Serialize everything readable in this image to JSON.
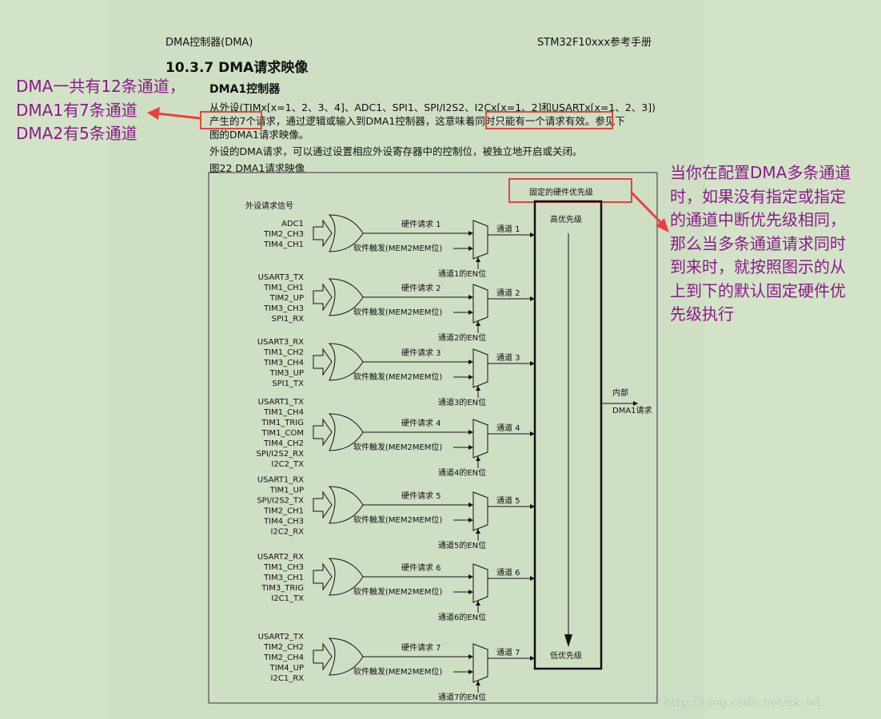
{
  "header": {
    "left": "DMA控制器(DMA)",
    "right": "STM32F10xxx参考手册"
  },
  "section_title": "10.3.7    DMA请求映像",
  "subsection": "DMA1控制器",
  "paragraph": [
    "从外设(TIMx[x=1、2、3、4]、ADC1、SPI1、SPI/I2S2、I2Cx[x=1、2]和USARTx[x=1、2、3])",
    "产生的7个请求，通过逻辑或输入到DMA1控制器，这意味着同时只能有一个请求有效。参见下",
    "图的DMA1请求映像。",
    "外设的DMA请求，可以通过设置相应外设寄存器中的控制位，被独立地开启或关闭。"
  ],
  "figure_caption": "图22       DMA1请求映像",
  "annotation_left": [
    "DMA一共有12条通道，",
    "DMA1有7条通道",
    "DMA2有5条通道"
  ],
  "annotation_right": [
    "当你在配置DMA多条通道",
    "时，如果没有指定或指定",
    "的通道中断优先级相同，",
    "那么当多条通道请求同时",
    "到来时，就按照图示的从",
    "上到下的默认固定硬件优",
    "先级执行"
  ],
  "diagram": {
    "signals_title": "外设请求信号",
    "fixed_priority": "固定的硬件优先级",
    "high_priority": "高优先级",
    "low_priority": "低优先级",
    "output_line1": "内部",
    "output_line2": "DMA1请求",
    "software_trigger": "软件触发(MEM2MEM位)",
    "channels": [
      {
        "inputs": [
          "ADC1",
          "TIM2_CH3",
          "TIM4_CH1"
        ],
        "hw": "硬件请求 1",
        "ch": "通道 1",
        "en": "通道1的EN位"
      },
      {
        "inputs": [
          "USART3_TX",
          "TIM1_CH1",
          "TIM2_UP",
          "TIM3_CH3",
          "SPI1_RX"
        ],
        "hw": "硬件请求 2",
        "ch": "通道 2",
        "en": "通道2的EN位"
      },
      {
        "inputs": [
          "USART3_RX",
          "TIM1_CH2",
          "TIM3_CH4",
          "TIM3_UP",
          "SPI1_TX"
        ],
        "hw": "硬件请求 3",
        "ch": "通道 3",
        "en": "通道3的EN位"
      },
      {
        "inputs": [
          "USART1_TX",
          "TIM1_CH4",
          "TIM1_TRIG",
          "TIM1_COM",
          "TIM4_CH2",
          "SPI/I2S2_RX",
          "I2C2_TX"
        ],
        "hw": "硬件请求 4",
        "ch": "通道 4",
        "en": "通道4的EN位"
      },
      {
        "inputs": [
          "USART1_RX",
          "TIM1_UP",
          "SPI/I2S2_TX",
          "TIM2_CH1",
          "TIM4_CH3",
          "I2C2_RX"
        ],
        "hw": "硬件请求 5",
        "ch": "通道 5",
        "en": "通道5的EN位"
      },
      {
        "inputs": [
          "USART2_RX",
          "TIM1_CH3",
          "TIM3_CH1",
          "TIM3_TRIG",
          "I2C1_TX"
        ],
        "hw": "硬件请求 6",
        "ch": "通道 6",
        "en": "通道6的EN位"
      },
      {
        "inputs": [
          "USART2_TX",
          "TIM2_CH2",
          "TIM2_CH4",
          "TIM4_UP",
          "I2C1_RX"
        ],
        "hw": "硬件请求 7",
        "ch": "通道 7",
        "en": "通道7的EN位"
      }
    ]
  },
  "watermark": "http://blog.csdn.net/sk_wt",
  "colors": {
    "annotation": "#8a1a8a",
    "highlight": "#e8423f"
  }
}
